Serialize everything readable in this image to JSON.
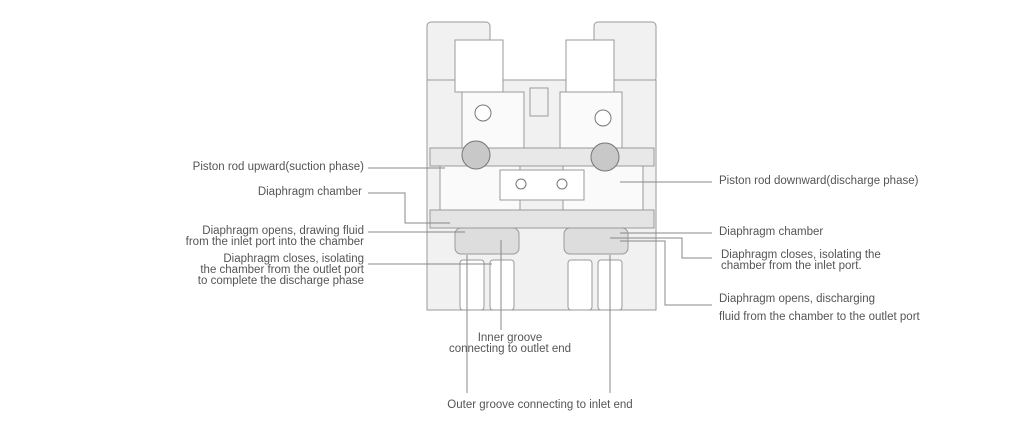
{
  "labels": {
    "left_piston": "Piston rod upward(suction phase)",
    "left_chamber": "Diaphragm chamber",
    "left_opens_1": "Diaphragm opens, drawing fluid",
    "left_opens_2": "from the inlet port into the chamber",
    "left_closes_1": "Diaphragm closes, isolating",
    "left_closes_2": "the chamber from the outlet port",
    "left_closes_3": "to complete the discharge phase",
    "right_piston": "Piston rod downward(discharge phase)",
    "right_chamber": "Diaphragm chamber",
    "right_closes_1": "Diaphragm closes, isolating the",
    "right_closes_2": "chamber from the inlet port.",
    "right_opens_1": "Diaphragm opens, discharging",
    "right_opens_2": "fluid from the chamber to the outlet port",
    "inner_groove_1": "Inner groove",
    "inner_groove_2": "connecting to outlet end",
    "outer_groove": "Outer groove connecting to inlet end"
  },
  "colors": {
    "body_fill": "#f1f1f1",
    "line": "#8a8a8a",
    "text": "#555555"
  }
}
